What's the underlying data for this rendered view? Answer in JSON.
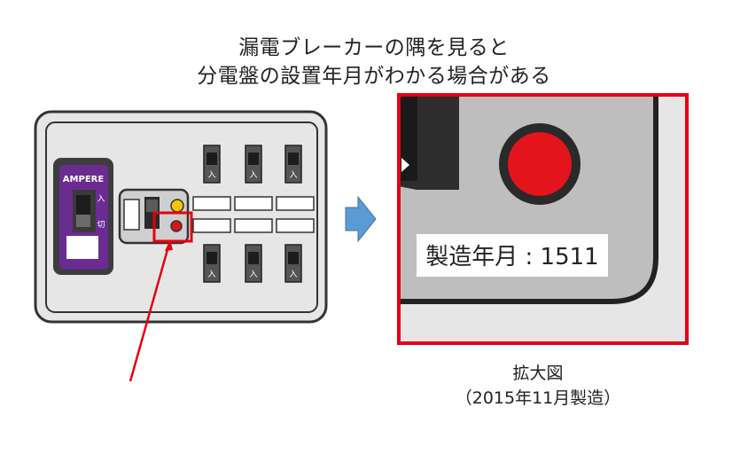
{
  "headline": {
    "line1": "漏電ブレーカーの隅を見ると",
    "line2": "分電盤の設置年月がわかる場合がある"
  },
  "panel": {
    "ampere_label": "AMPERE",
    "on_label": "入",
    "off_label": "切",
    "breaker_switch_label": "入"
  },
  "zoom": {
    "manufacture_label": "製造年月 : 1511"
  },
  "caption": {
    "line1": "拡大図",
    "line2": "（2015年11月製造）"
  },
  "colors": {
    "highlight": "#e60012",
    "arrow": "#5b9bd5",
    "ampere_body": "#6a2c91",
    "indicator_yellow": "#f7c600",
    "indicator_red": "#d9141b"
  }
}
